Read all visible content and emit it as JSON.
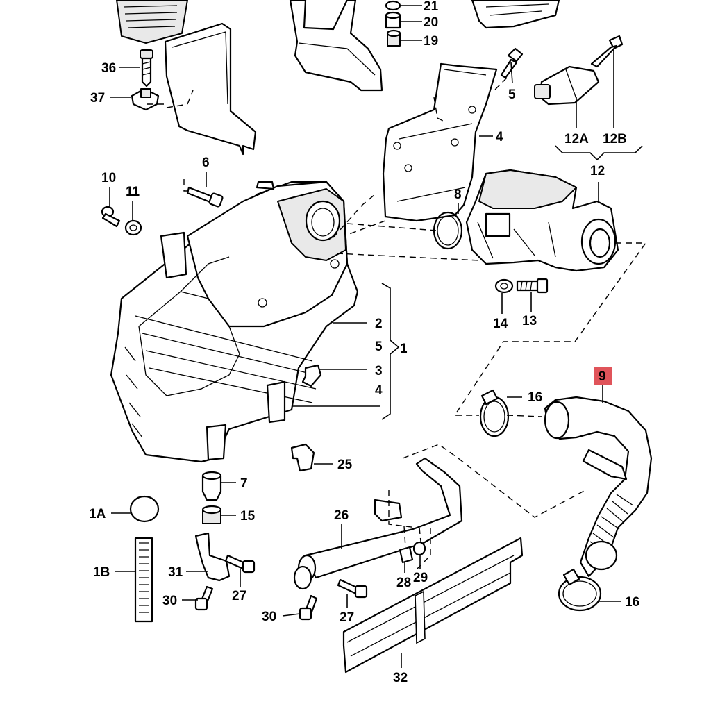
{
  "diagram": {
    "highlight_color": "#e0545a",
    "ink_color": "#000000",
    "callouts": [
      {
        "id": "c21",
        "text": "21"
      },
      {
        "id": "c20",
        "text": "20"
      },
      {
        "id": "c19",
        "text": "19"
      },
      {
        "id": "c36",
        "text": "36"
      },
      {
        "id": "c37",
        "text": "37"
      },
      {
        "id": "c5a",
        "text": "5"
      },
      {
        "id": "c4a",
        "text": "4"
      },
      {
        "id": "c12A",
        "text": "12A"
      },
      {
        "id": "c12B",
        "text": "12B"
      },
      {
        "id": "c12",
        "text": "12"
      },
      {
        "id": "c6",
        "text": "6"
      },
      {
        "id": "c10",
        "text": "10"
      },
      {
        "id": "c11",
        "text": "11"
      },
      {
        "id": "c8",
        "text": "8"
      },
      {
        "id": "c14",
        "text": "14"
      },
      {
        "id": "c13",
        "text": "13"
      },
      {
        "id": "c2",
        "text": "2"
      },
      {
        "id": "c5b",
        "text": "5"
      },
      {
        "id": "c1",
        "text": "1"
      },
      {
        "id": "c3",
        "text": "3"
      },
      {
        "id": "c4b",
        "text": "4"
      },
      {
        "id": "c9",
        "text": "9"
      },
      {
        "id": "c16a",
        "text": "16"
      },
      {
        "id": "c25",
        "text": "25"
      },
      {
        "id": "c7",
        "text": "7"
      },
      {
        "id": "c1A",
        "text": "1A"
      },
      {
        "id": "c15",
        "text": "15"
      },
      {
        "id": "c26",
        "text": "26"
      },
      {
        "id": "c1B",
        "text": "1B"
      },
      {
        "id": "c31",
        "text": "31"
      },
      {
        "id": "c27a",
        "text": "27"
      },
      {
        "id": "c30a",
        "text": "30"
      },
      {
        "id": "c28",
        "text": "28"
      },
      {
        "id": "c29",
        "text": "29"
      },
      {
        "id": "c30b",
        "text": "30"
      },
      {
        "id": "c27b",
        "text": "27"
      },
      {
        "id": "c16b",
        "text": "16"
      },
      {
        "id": "c32",
        "text": "32"
      }
    ]
  }
}
